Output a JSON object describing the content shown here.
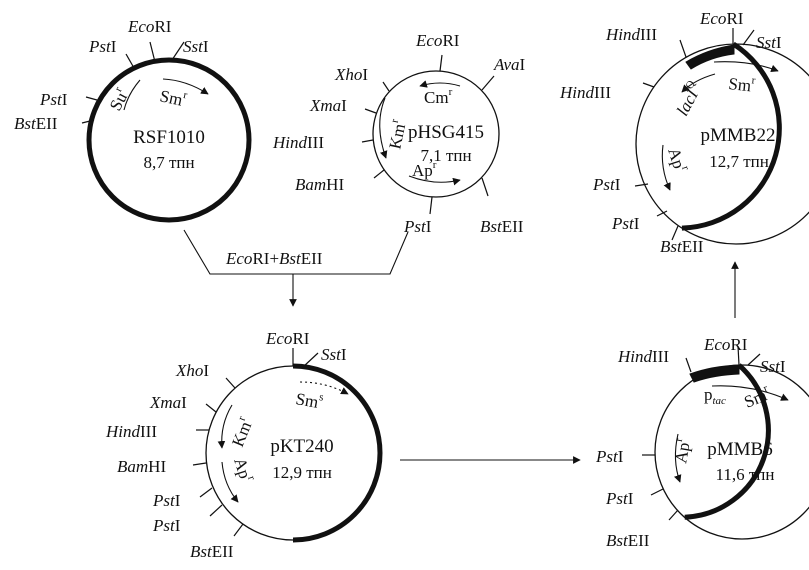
{
  "colors": {
    "ink": "#111111",
    "background": "#ffffff"
  },
  "arrow_icon": "arrow-right",
  "plasmids": [
    {
      "id": "rsf1010",
      "name": "RSF1010",
      "size": "8,7 тпн",
      "genes": [
        "Su",
        "Sm"
      ],
      "sites": [
        {
          "it": "Eco",
          "rom": "RI"
        },
        {
          "it": "Pst",
          "rom": "I"
        },
        {
          "it": "Sst",
          "rom": "I"
        },
        {
          "it": "Pst",
          "rom": "I"
        },
        {
          "it": "Bst",
          "rom": "EII"
        }
      ]
    },
    {
      "id": "phsg415",
      "name": "pHSG415",
      "size": "7,1 тпн",
      "genes": [
        "Cm",
        "Km",
        "Ap"
      ],
      "sites": [
        {
          "it": "Eco",
          "rom": "RI"
        },
        {
          "it": "Ava",
          "rom": "I"
        },
        {
          "it": "Xho",
          "rom": "I"
        },
        {
          "it": "Xma",
          "rom": "I"
        },
        {
          "it": "Hind",
          "rom": "III"
        },
        {
          "it": "Bam",
          "rom": "HI"
        },
        {
          "it": "Pst",
          "rom": "I"
        },
        {
          "it": "Bst",
          "rom": "EII"
        }
      ]
    },
    {
      "id": "pmmb22",
      "name": "pMMB22",
      "size": "12,7 тпн",
      "genes": [
        "lacI",
        "Q",
        "Sm",
        "Ap"
      ],
      "sites": [
        {
          "it": "Hind",
          "rom": "III"
        },
        {
          "it": "Eco",
          "rom": "RI"
        },
        {
          "it": "Sst",
          "rom": "I"
        },
        {
          "it": "Hind",
          "rom": "III"
        },
        {
          "it": "Pst",
          "rom": "I"
        },
        {
          "it": "Pst",
          "rom": "I"
        },
        {
          "it": "Bst",
          "rom": "EII"
        }
      ]
    },
    {
      "id": "pkt240",
      "name": "pKT240",
      "size": "12,9 тпн",
      "genes": [
        "Sm",
        "Km",
        "Ap"
      ],
      "sites": [
        {
          "it": "Eco",
          "rom": "RI"
        },
        {
          "it": "Sst",
          "rom": "I"
        },
        {
          "it": "Xho",
          "rom": "I"
        },
        {
          "it": "Xma",
          "rom": "I"
        },
        {
          "it": "Hind",
          "rom": "III"
        },
        {
          "it": "Bam",
          "rom": "HI"
        },
        {
          "it": "Pst",
          "rom": "I"
        },
        {
          "it": "Pst",
          "rom": "I"
        },
        {
          "it": "Bst",
          "rom": "EII"
        }
      ]
    },
    {
      "id": "pmmb6",
      "name": "pMMB6",
      "size": "11,6 тпн",
      "genes": [
        "p",
        "tac",
        "Sm",
        "Ap"
      ],
      "sites": [
        {
          "it": "Hind",
          "rom": "III"
        },
        {
          "it": "Eco",
          "rom": "RI"
        },
        {
          "it": "Sst",
          "rom": "I"
        },
        {
          "it": "Pst",
          "rom": "I"
        },
        {
          "it": "Pst",
          "rom": "I"
        },
        {
          "it": "Bst",
          "rom": "EII"
        }
      ]
    }
  ],
  "superscripts": {
    "resistant": "r",
    "sensitive": "s"
  },
  "digest": {
    "e1_it": "Eco",
    "e1_rom": "RI",
    "plus": "+",
    "e2_it": "Bst",
    "e2_rom": "EII"
  }
}
